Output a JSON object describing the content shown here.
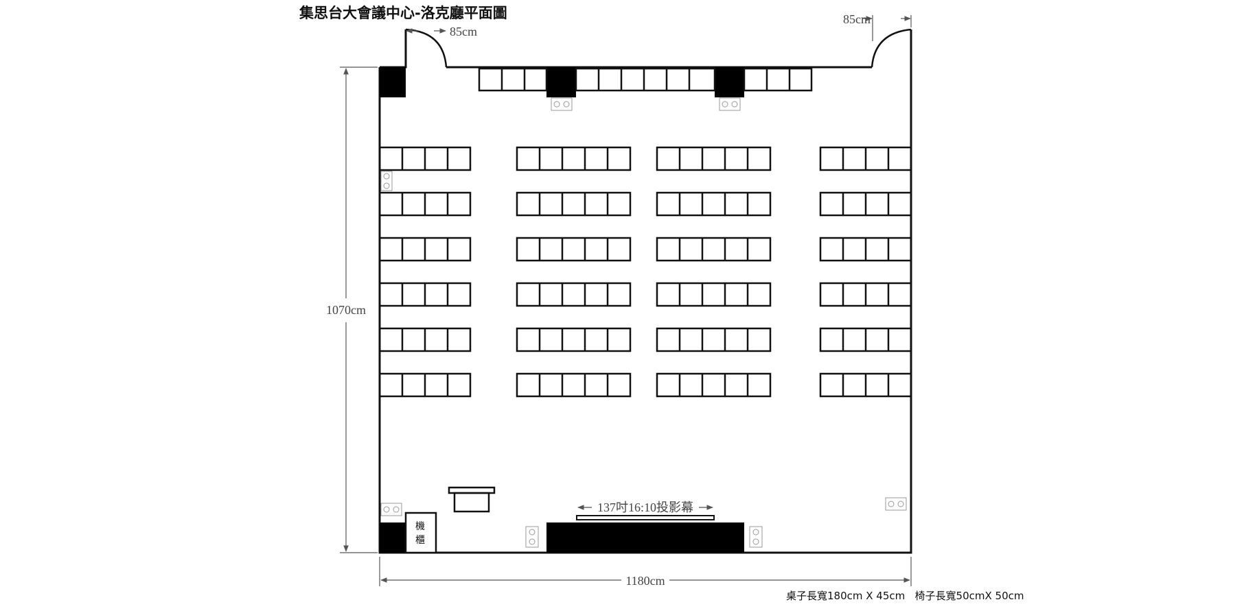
{
  "title": "集思台大會議中心-洛克廳平面圖",
  "dimensions": {
    "door_left": "85cm",
    "door_right": "85cm",
    "height": "1070cm",
    "width": "1180cm"
  },
  "screen_label": "137吋16:10投影幕",
  "cabinet_label": [
    "機",
    "櫃"
  ],
  "footnote": "桌子長寬180cm X 45cm   椅子長寬50cmX 50cm",
  "colors": {
    "line": "#111111",
    "dim": "#555555",
    "fill": "#000000"
  }
}
